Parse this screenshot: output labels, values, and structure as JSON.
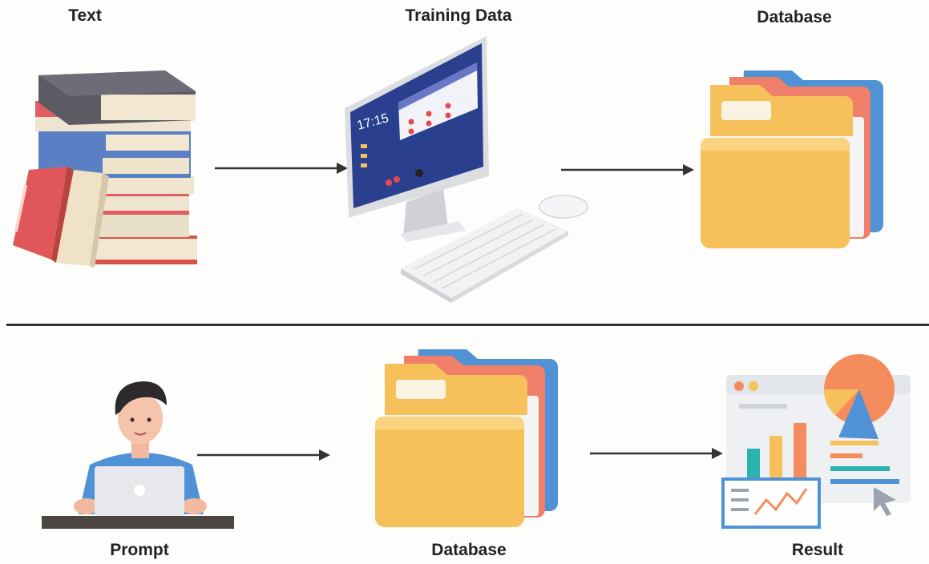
{
  "top_row": {
    "text_label": "Text",
    "training_label": "Training Data",
    "database_label": "Database",
    "monitor_clock": "17:15"
  },
  "bottom_row": {
    "prompt_label": "Prompt",
    "database_label": "Database",
    "result_label": "Result"
  },
  "colors": {
    "folder_yellow": "#f6c15a",
    "folder_red": "#ef7f68",
    "folder_blue": "#4f93d6",
    "book_red": "#e0565a",
    "book_blue": "#5a7fc4",
    "book_dark": "#5c5a63",
    "shirt_blue": "#4f93d6",
    "chart_teal": "#2bb3b0",
    "chart_orange": "#f58c5e"
  }
}
